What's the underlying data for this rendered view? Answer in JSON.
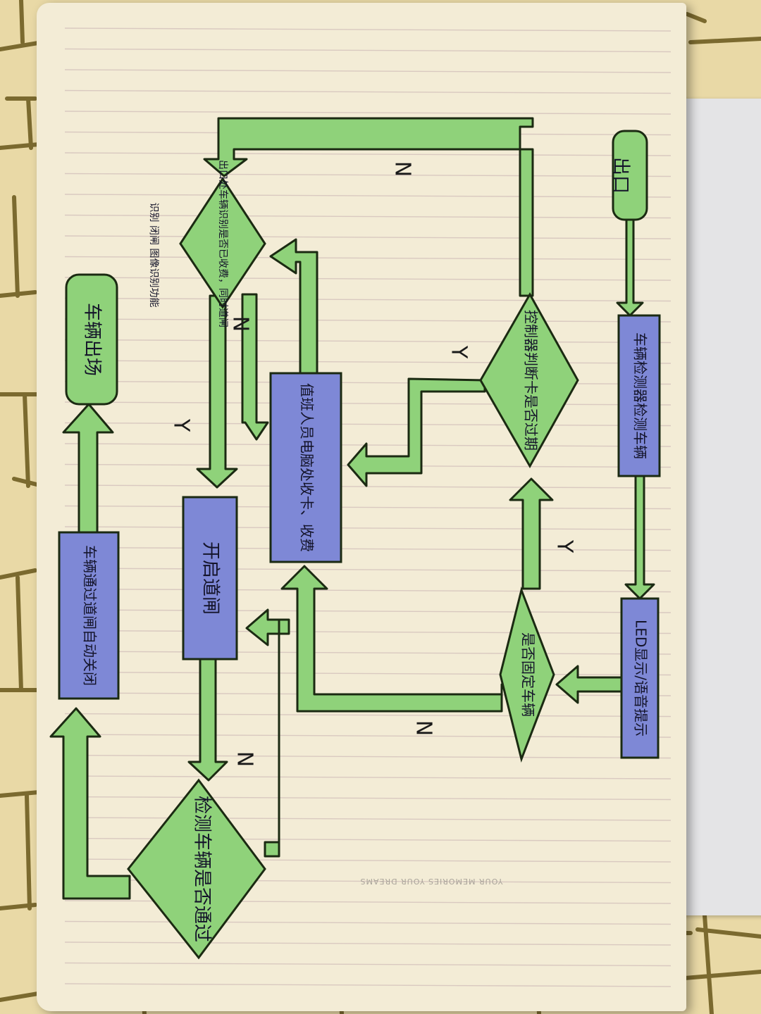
{
  "colors": {
    "green": "#8fd27a",
    "green_stroke": "#1b2a12",
    "blue": "#7e88d6",
    "paper": "#f3ecd6",
    "line": "#d9c9c0"
  },
  "footer": "YOUR MEMORIES  YOUR DREAMS",
  "nodes": {
    "exit": "出口",
    "detect": "车辆检测器检测车辆",
    "led": "LED显示/语音提示",
    "fixed": "是否固定车辆",
    "timeout": "控制器判断卡是否过期",
    "staff": "值班人员电脑处收卡、收费",
    "gate_check": "出口处车辆识别是否已收费，同时道闸",
    "gate_note": "识别 闭闸 图像识别功能",
    "open": "开启道闸",
    "passed": "检测车辆是否通过",
    "close": "车辆通过道闸自动关闭",
    "leave": "车辆出场"
  },
  "edges": {
    "timeout_to_gate_n": "N",
    "timeout_to_staff_y": "Y",
    "fixed_to_timeout_y": "Y",
    "fixed_to_staff_n": "N",
    "gate_to_open_y": "Y",
    "gate_to_staff_n": "N",
    "passed_to_open_n": "N"
  }
}
